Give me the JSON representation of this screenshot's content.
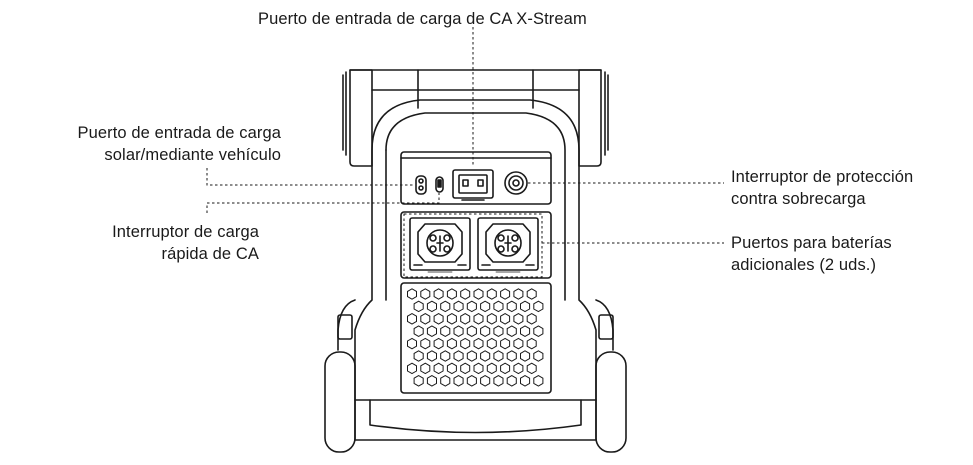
{
  "labels": {
    "ac_input": "Puerto de entrada de carga de CA X-Stream",
    "solar_input": {
      "line1": "Puerto de entrada de carga",
      "line2": "solar/mediante vehículo"
    },
    "ac_fast_switch": {
      "line1": "Interruptor de carga",
      "line2": "rápida de CA"
    },
    "overload_switch": {
      "line1": "Interruptor de protección",
      "line2": "contra sobrecarga"
    },
    "battery_ports": {
      "line1": "Puertos para baterías",
      "line2": "adicionales (2 uds.)"
    }
  },
  "colors": {
    "stroke": "#1a1a1a",
    "background": "#ffffff"
  }
}
